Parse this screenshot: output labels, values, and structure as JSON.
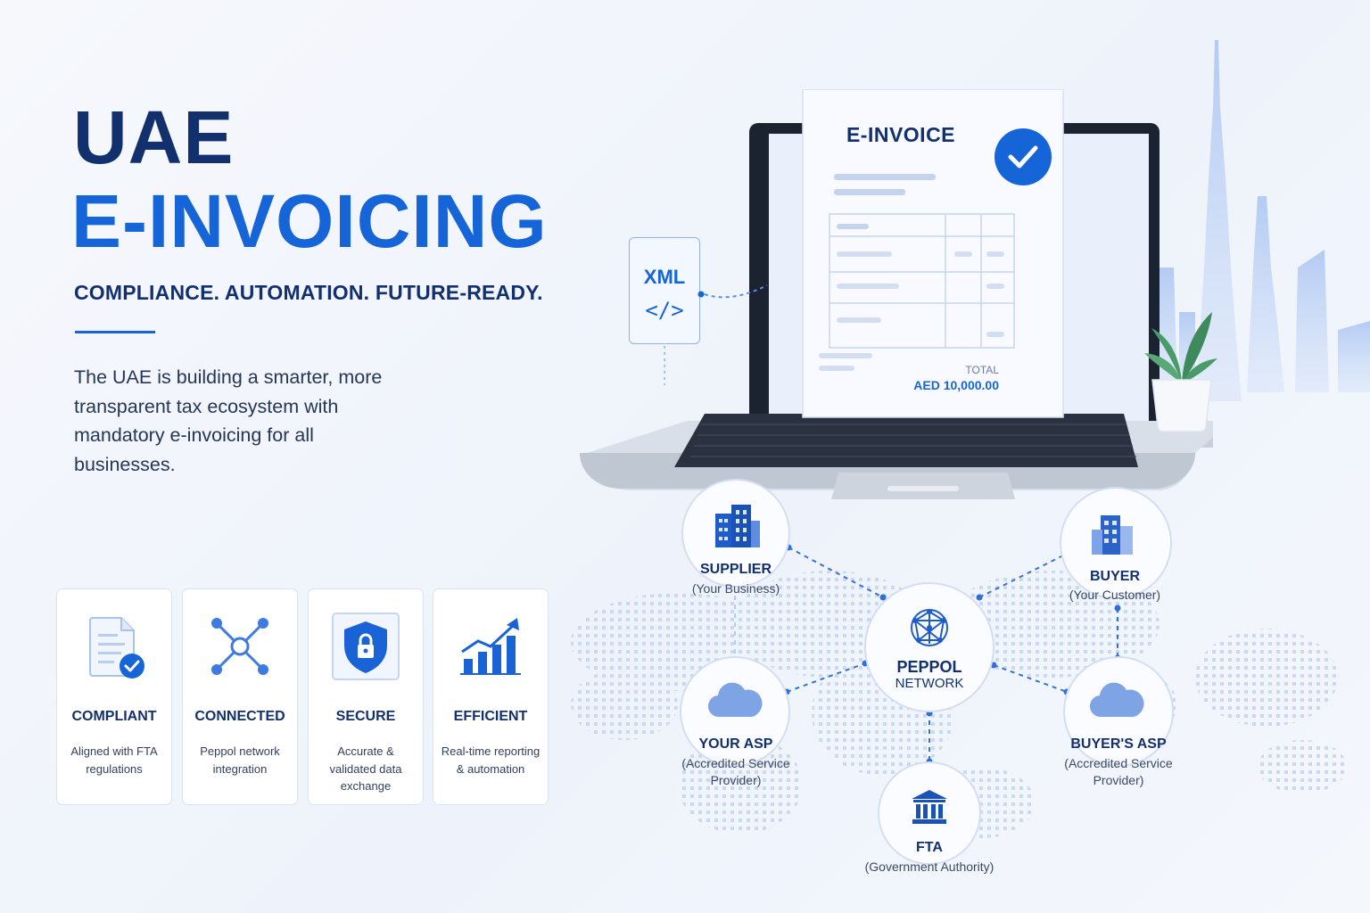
{
  "hero": {
    "title_line1": "UAE",
    "title_line2": "E-INVOICING",
    "tagline": "COMPLIANCE. AUTOMATION. FUTURE-READY.",
    "lead": "The UAE is building a smarter, more transparent tax ecosystem with mandatory e-invoicing for all businesses."
  },
  "features": [
    {
      "icon": "document-check-icon",
      "title": "COMPLIANT",
      "desc": "Aligned with FTA regulations"
    },
    {
      "icon": "network-nodes-icon",
      "title": "CONNECTED",
      "desc": "Peppol network integration"
    },
    {
      "icon": "shield-lock-icon",
      "title": "SECURE",
      "desc": "Accurate & validated data exchange"
    },
    {
      "icon": "growth-chart-icon",
      "title": "EFFICIENT",
      "desc": "Real-time reporting & automation"
    }
  ],
  "xml_file": {
    "label": "XML",
    "code": "</>"
  },
  "invoice": {
    "title": "E-INVOICE",
    "total_label": "TOTAL",
    "total_value": "AED 10,000.00"
  },
  "network": {
    "supplier": {
      "title": "SUPPLIER",
      "sub": "(Your Business)"
    },
    "buyer": {
      "title": "BUYER",
      "sub": "(Your Customer)"
    },
    "peppol": {
      "title": "PEPPOL",
      "sub": "NETWORK"
    },
    "your_asp": {
      "title": "YOUR ASP",
      "sub": "(Accredited Service Provider)"
    },
    "buyer_asp": {
      "title": "BUYER'S ASP",
      "sub": "(Accredited Service Provider)"
    },
    "fta": {
      "title": "FTA",
      "sub": "(Government Authority)"
    }
  },
  "colors": {
    "navy": "#13306e",
    "blue": "#1565d8",
    "light_blue": "#8fb2ec"
  }
}
